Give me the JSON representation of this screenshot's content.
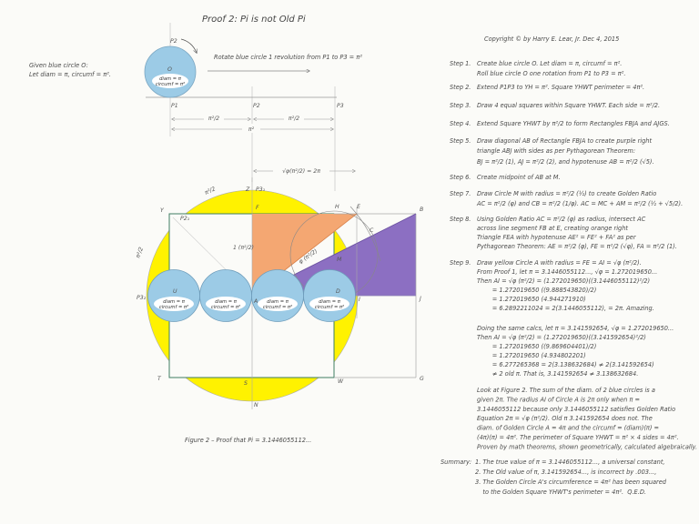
{
  "title": "Proof 2: Pi is not Old Pi",
  "copyright": "Copyright © by Harry E. Lear, Jr. Dec 4, 2015",
  "given": [
    "Given blue circle O:",
    "Let diam = π, circumf = π²."
  ],
  "rotate_note": "Rotate blue circle 1 revolution from P1 to P3 = π²",
  "circle_o": {
    "center_label": "O",
    "label_line1": "diam = π",
    "label_line2": "circumf = π²",
    "top_label": "P2"
  },
  "dimension_labels": {
    "p1": "P1",
    "p2": "P2",
    "p3": "P3",
    "half1": "π²/2",
    "half2": "π²/2",
    "full": "π²",
    "sqrt_phi": "√φ(π²/2) = 2π"
  },
  "points": {
    "Y": "Y",
    "F": "F",
    "H": "H",
    "E": "E",
    "B": "B",
    "C": "C",
    "M": "M",
    "J": "J",
    "I": "I",
    "D": "D",
    "U": "U",
    "A": "A",
    "T": "T",
    "S": "S",
    "W": "W",
    "G": "G",
    "N": "N",
    "P2_1": "P2₁",
    "P3_1": "P3₁",
    "P3_2": "P3₂"
  },
  "figure_labels": {
    "fa": "1 (π²/2)",
    "ae": "φ (π²/2)",
    "arc1": "π²/2",
    "arc2": "π²/2",
    "arc_z": "Z"
  },
  "blue_circle_label": {
    "line1": "diam = π",
    "line2": "circumf = π²"
  },
  "caption": "Figure 2 – Proof that Pi = 3.1446055112...",
  "colors": {
    "yellow": "#fff200",
    "orange": "#f4a772",
    "purple": "#8c6fc2",
    "blue": "#9ccbe6",
    "square": "#3f7d62"
  },
  "steps": [
    {
      "label": "Step 1.",
      "lines": [
        "Create blue circle O. Let diam = π, circumf = π².",
        "Roll blue circle O one rotation from P1 to P3 = π²."
      ]
    },
    {
      "label": "Step 2.",
      "lines": [
        "Extend P1P3 to YH = π². Square YHWT perimeter = 4π²."
      ]
    },
    {
      "label": "Step 3.",
      "lines": [
        "Draw 4 equal squares within Square YHWT. Each side = π²/2."
      ]
    },
    {
      "label": "Step 4.",
      "lines": [
        "Extend Square YHWT by π²/2 to form Rectangles FBJA and AJGS."
      ]
    },
    {
      "label": "Step 5.",
      "lines": [
        "Draw diagonal AB of Rectangle FBJA to create purple right",
        "triangle ABJ with sides as per Pythagorean Theorem:",
        "BJ = π²/2 (1), AJ = π²/2 (2), and hypotenuse AB = π²/2 (√5)."
      ]
    },
    {
      "label": "Step 6.",
      "lines": [
        "Create midpoint of AB at M."
      ]
    },
    {
      "label": "Step 7.",
      "lines": [
        "Draw Circle M with radius = π²/2 (½) to create Golden Ratio",
        "AC = π²/2 (φ) and CB = π²/2 (1/φ). AC = MC + AM = π²/2 (½ + √5/2)."
      ]
    },
    {
      "label": "Step 8.",
      "lines": [
        "Using Golden Ratio AC = π²/2 (φ) as radius, intersect AC",
        "across line segment FB at E, creating orange right",
        "Triangle FEA with hypotenuse AE² = FE² + FA² as per",
        "Pythagorean Theorem: AE = π²/2 (φ), FE = π²/2 (√φ), FA = π²/2 (1)."
      ]
    },
    {
      "label": "Step 9.",
      "lines": [
        "Draw yellow Circle A with radius = FE = AI = √φ (π²/2).",
        "From Proof 1, let π = 3.1446055112..., √φ = 1.272019650...",
        "Then AI = √φ (π²/2) = (1.272019650)((3.1446055112)²/2)",
        "        = 1.272019650 ((9.888543820)/2)",
        "        = 1.272019650 (4.944271910)",
        "        = 6.2892211024 = 2(3.1446055112), = 2π. Amazing."
      ]
    }
  ],
  "old_pi_calc": [
    "Doing the same calcs, let π = 3.141592654, √φ = 1.272019650...",
    "Then AI = √φ (π²/2) = (1.272019650)((3.141592654)²/2)",
    "        = 1.272019650 ((9.869604401)/2)",
    "        = 1.272019650 (4.934802201)",
    "        = 6.277265368 = 2(3.138632684) ≠ 2(3.141592654)",
    "        ≠ 2 old π. That is, 3.141592654 ≠ 3.138632684."
  ],
  "look_paragraph": [
    "Look at Figure 2. The sum of the diam. of 2 blue circles is a",
    "given 2π. The radius AI of Circle A is 2π only when π =",
    "3.1446055112 because only 3.1446055112 satisfies Golden Ratio",
    "Equation 2π = √φ (π²/2). Old π 3.141592654 does not. The",
    "diam. of Golden Circle A = 4π and the circumf = (diam)(π) =",
    "(4π)(π) = 4π². The perimeter of Square YHWT = π² × 4 sides = 4π².",
    "Proven by math theorems, shown geometrically, calculated algebraically."
  ],
  "summary": {
    "label": "Summary:",
    "lines": [
      "1. The true value of π = 3.1446055112..., a universal constant,",
      "2. The Old value of π, 3.141592654..., is incorrect by .003...,",
      "3. The Golden Circle A's circumference = 4π² has been squared",
      "    to the Golden Square YHWT's perimeter = 4π².  Q.E.D."
    ]
  }
}
